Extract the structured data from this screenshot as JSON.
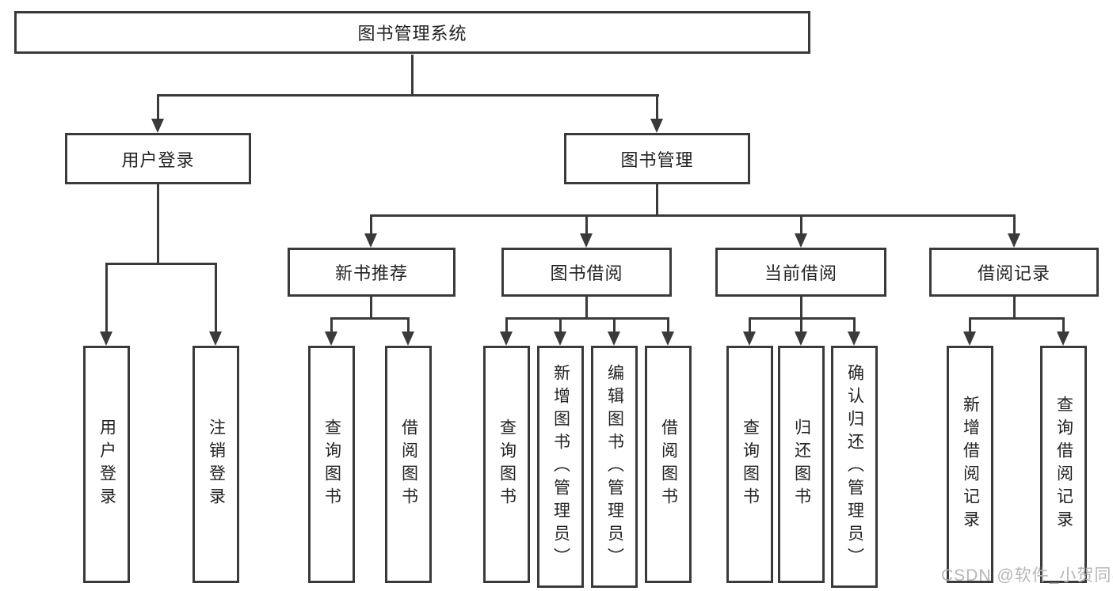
{
  "diagram": {
    "type": "hierarchy",
    "root": {
      "label": "图书管理系统"
    },
    "branches": [
      {
        "label": "用户登录",
        "children": [
          {
            "label": "用户登录"
          },
          {
            "label": "注销登录"
          }
        ]
      },
      {
        "label": "图书管理",
        "children": [
          {
            "label": "新书推荐",
            "children": [
              {
                "label": "查询图书"
              },
              {
                "label": "借阅图书"
              }
            ]
          },
          {
            "label": "图书借阅",
            "children": [
              {
                "label": "查询图书"
              },
              {
                "label": "新增图书（管理员）"
              },
              {
                "label": "编辑图书（管理员）"
              },
              {
                "label": "借阅图书"
              }
            ]
          },
          {
            "label": "当前借阅",
            "children": [
              {
                "label": "查询图书"
              },
              {
                "label": "归还图书"
              },
              {
                "label": "确认归还（管理员）"
              }
            ]
          },
          {
            "label": "借阅记录",
            "children": [
              {
                "label": "新增借阅记录"
              },
              {
                "label": "查询借阅记录"
              }
            ]
          }
        ]
      }
    ]
  },
  "watermark": {
    "text": "CSDN @软件_小贺同学",
    "color": "#b6b6b6"
  },
  "colors": {
    "line": "#3a3a3a",
    "text": "#222222",
    "background": "#ffffff"
  }
}
